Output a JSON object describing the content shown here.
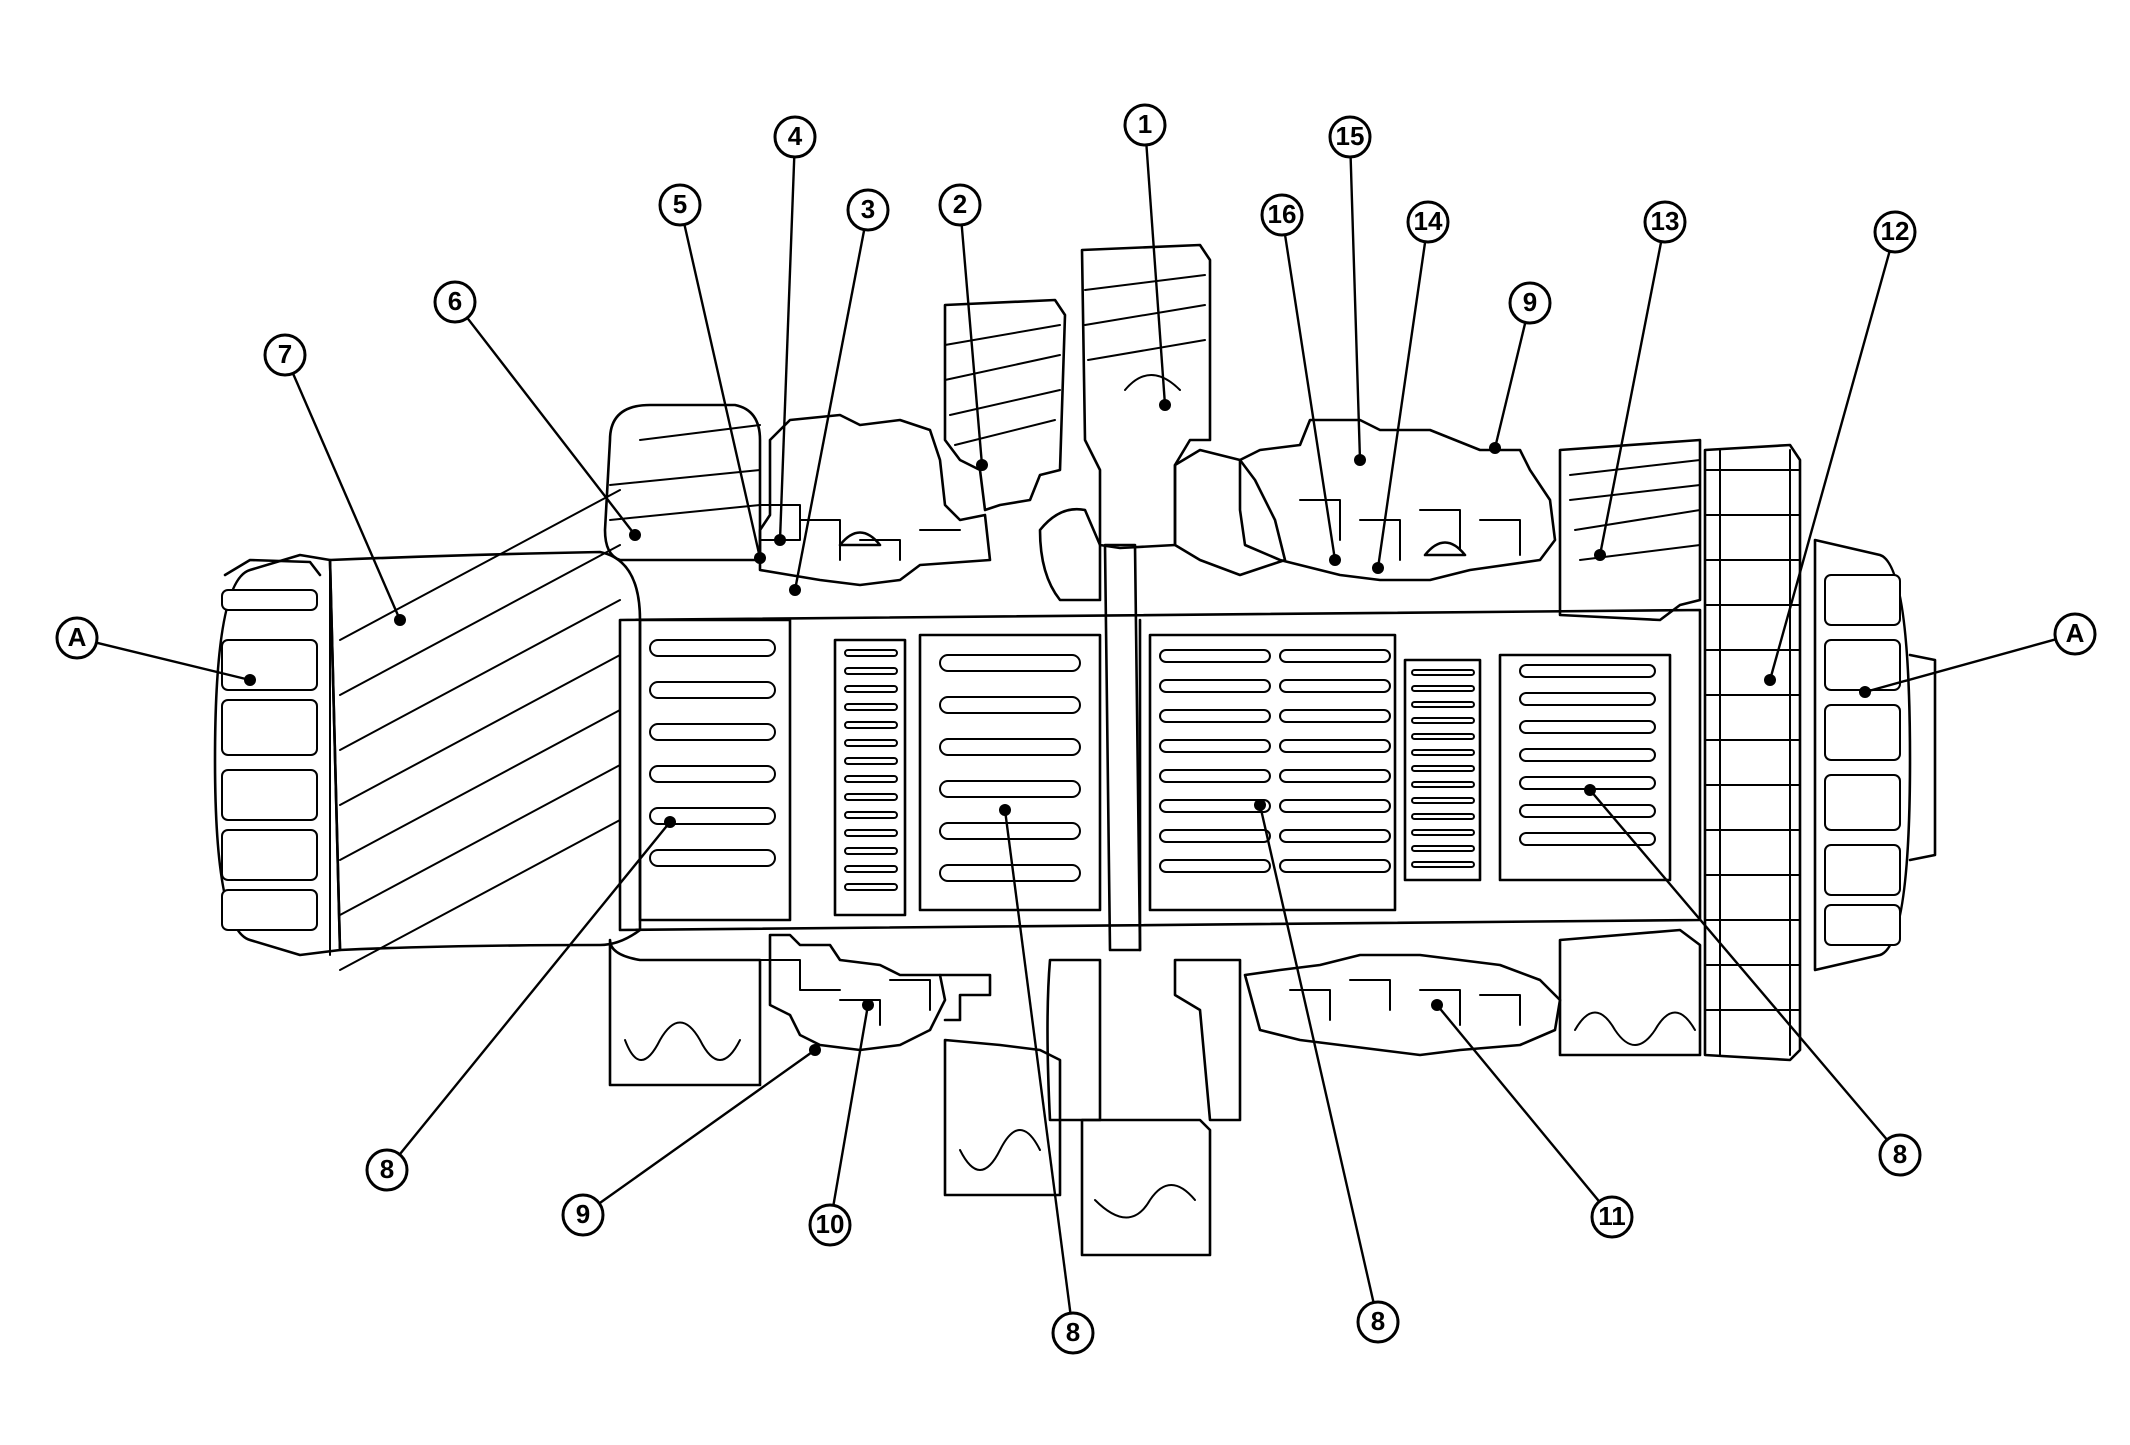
{
  "callouts": [
    {
      "id": "c1",
      "label": "1"
    },
    {
      "id": "c2",
      "label": "2"
    },
    {
      "id": "c3",
      "label": "3"
    },
    {
      "id": "c4",
      "label": "4"
    },
    {
      "id": "c5",
      "label": "5"
    },
    {
      "id": "c6",
      "label": "6"
    },
    {
      "id": "c7",
      "label": "7"
    },
    {
      "id": "cA1",
      "label": "A"
    },
    {
      "id": "cA2",
      "label": "A"
    },
    {
      "id": "c8a",
      "label": "8"
    },
    {
      "id": "c8b",
      "label": "8"
    },
    {
      "id": "c8c",
      "label": "8"
    },
    {
      "id": "c8d",
      "label": "8"
    },
    {
      "id": "c9a",
      "label": "9"
    },
    {
      "id": "c9b",
      "label": "9"
    },
    {
      "id": "c10",
      "label": "10"
    },
    {
      "id": "c11",
      "label": "11"
    },
    {
      "id": "c12",
      "label": "12"
    },
    {
      "id": "c13",
      "label": "13"
    },
    {
      "id": "c14",
      "label": "14"
    },
    {
      "id": "c15",
      "label": "15"
    },
    {
      "id": "c16",
      "label": "16"
    }
  ]
}
